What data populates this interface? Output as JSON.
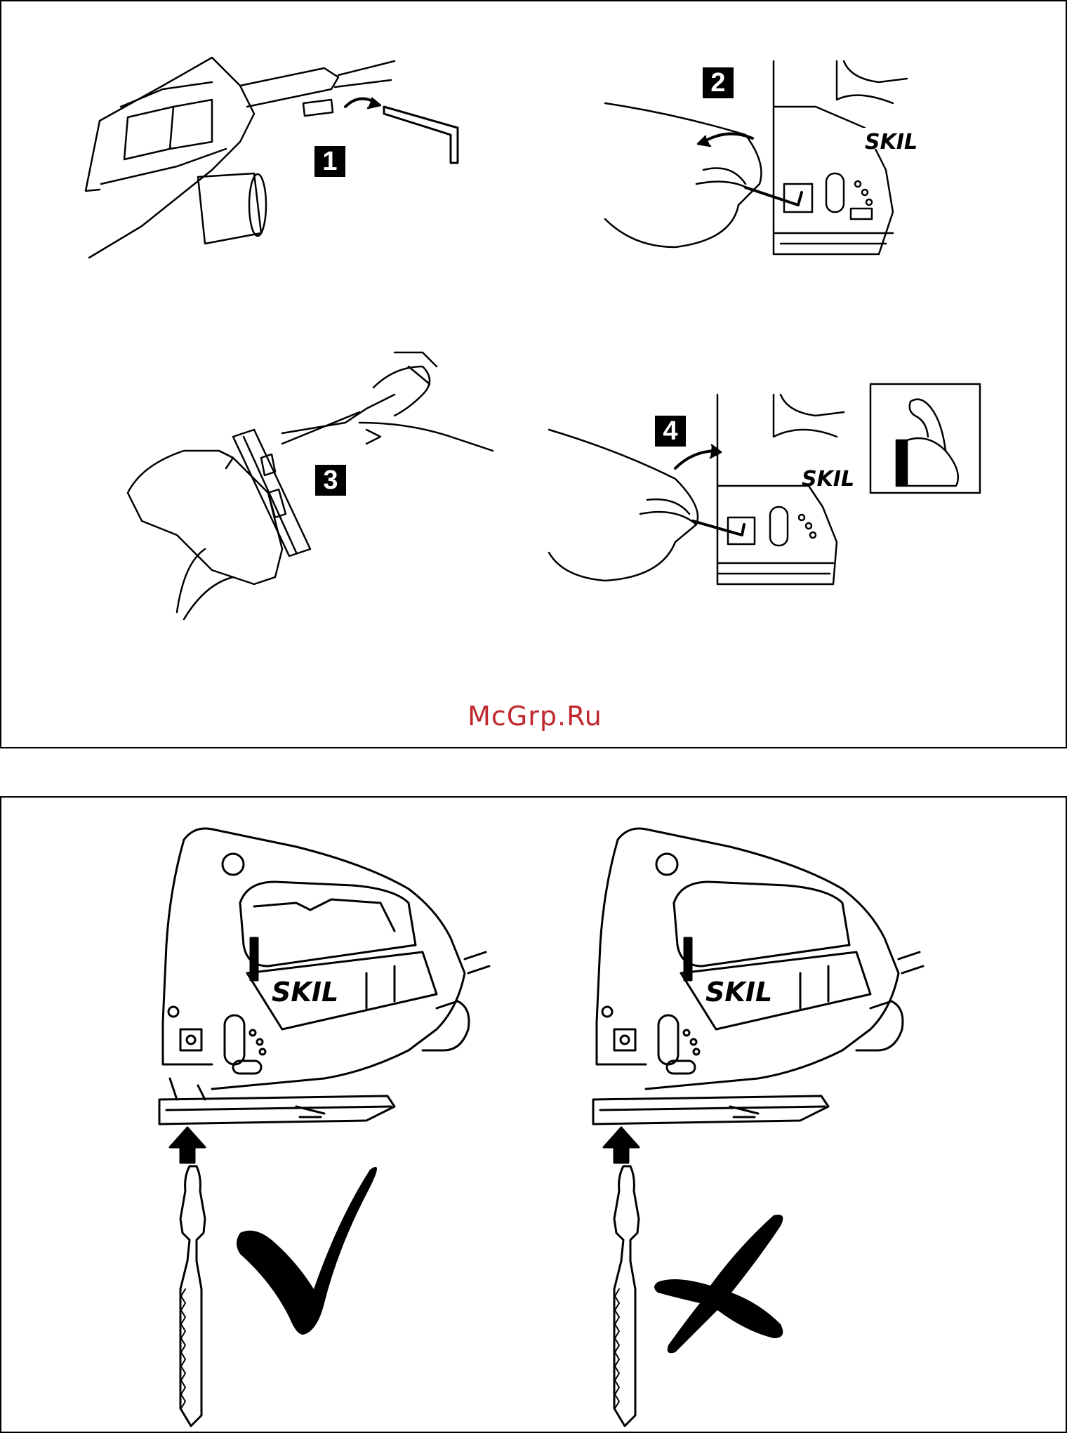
{
  "steps": [
    {
      "number": "1"
    },
    {
      "number": "2"
    },
    {
      "number": "3"
    },
    {
      "number": "4"
    }
  ],
  "brand": "SKIL",
  "watermark": "McGrp.Ru",
  "icons": {
    "strength": "flexed-arm-icon",
    "correct": "checkmark-icon",
    "incorrect": "cross-icon"
  },
  "colors": {
    "watermark": "#c0282d",
    "ink": "#000000"
  }
}
